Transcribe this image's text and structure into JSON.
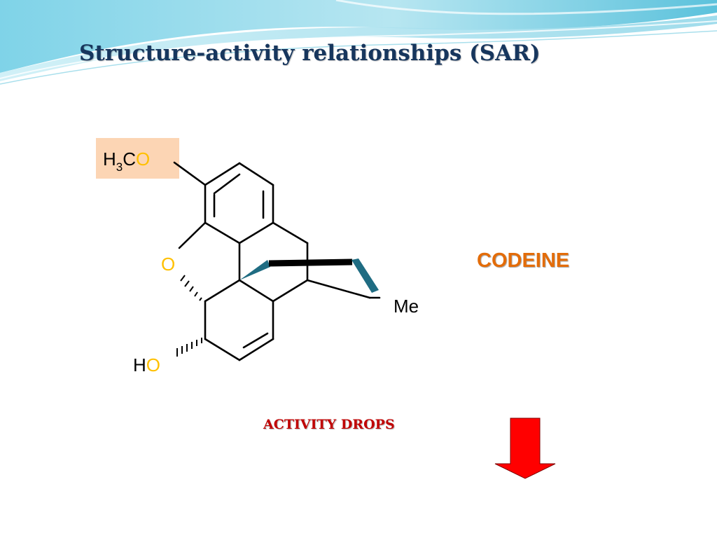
{
  "slide": {
    "title": "Structure-activity relationships (SAR)"
  },
  "structure": {
    "methoxy": {
      "h": "H",
      "subscript": "3",
      "c": "C",
      "o": "O",
      "highlight_color": "#fcd5b4"
    },
    "ether_oxygen": "O",
    "hydroxyl": {
      "h": "H",
      "o": "O"
    },
    "amine_substituent": "Me",
    "oxygen_color": "#ffc000",
    "bridge_color": "#1f6c82"
  },
  "compound_name": "CODEINE",
  "annotation": {
    "text": "ACTIVITY  DROPS",
    "arrow_icon": "down-arrow-icon",
    "arrow_color": "#ff0000"
  }
}
